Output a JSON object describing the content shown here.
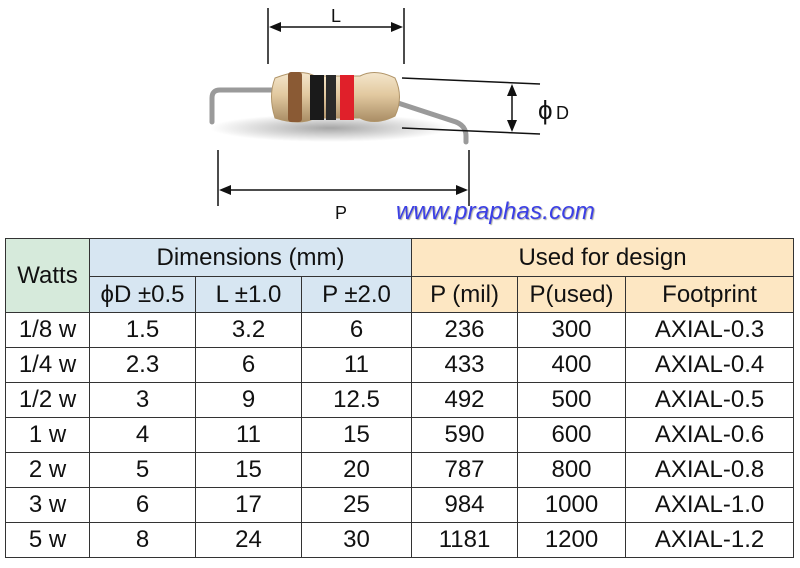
{
  "figure": {
    "label_L": "L",
    "label_D": "D",
    "label_phi": "ϕ",
    "label_P": "P",
    "watermark": "www.praphas.com"
  },
  "table": {
    "watts_header": "Watts",
    "dimensions_header": "Dimensions (mm)",
    "design_header": "Used for design",
    "columns": [
      "ϕD ±0.5",
      "L ±1.0",
      "P ±2.0",
      "P (mil)",
      "P(used)",
      "Footprint"
    ],
    "rows": [
      [
        "1/8 w",
        "1.5",
        "3.2",
        "6",
        "236",
        "300",
        "AXIAL-0.3"
      ],
      [
        "1/4 w",
        "2.3",
        "6",
        "11",
        "433",
        "400",
        "AXIAL-0.4"
      ],
      [
        "1/2 w",
        "3",
        "9",
        "12.5",
        "492",
        "500",
        "AXIAL-0.5"
      ],
      [
        "1 w",
        "4",
        "11",
        "15",
        "590",
        "600",
        "AXIAL-0.6"
      ],
      [
        "2 w",
        "5",
        "15",
        "20",
        "787",
        "800",
        "AXIAL-0.8"
      ],
      [
        "3 w",
        "6",
        "17",
        "25",
        "984",
        "1000",
        "AXIAL-1.0"
      ],
      [
        "5 w",
        "8",
        "24",
        "30",
        "1181",
        "1200",
        "AXIAL-1.2"
      ]
    ]
  },
  "colors": {
    "watts_bg": "#d6eadb",
    "dimensions_bg": "#d7e6f2",
    "design_bg": "#fde7c3",
    "resistor_body": "#e6cfa8",
    "band_brown": "#8a5a34",
    "band_black": "#1a1a1a",
    "band_red": "#e0202a",
    "watermark": "#3b3fe6"
  }
}
